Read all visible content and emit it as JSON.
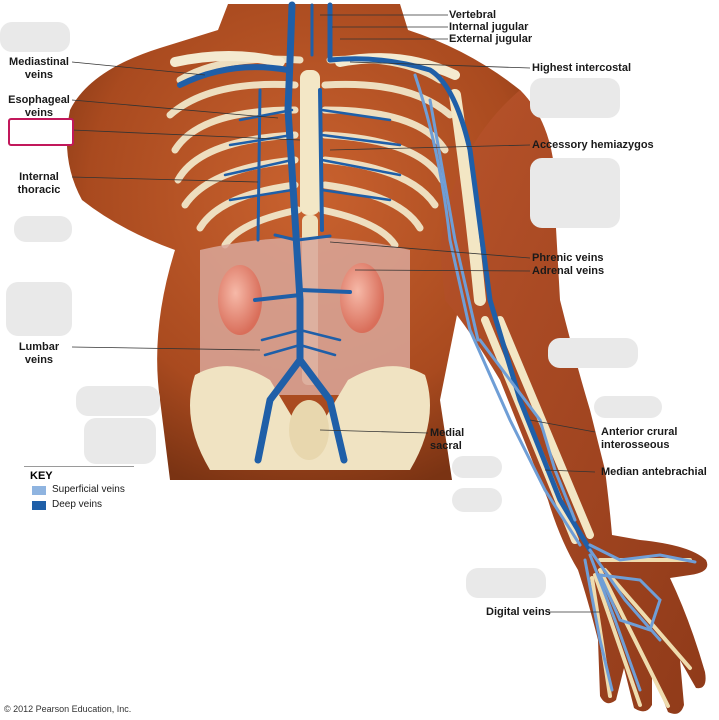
{
  "labels": {
    "vertebral": "Vertebral",
    "internal_jugular": "Internal jugular",
    "external_jugular": "External jugular",
    "highest_intercostal": "Highest intercostal",
    "mediastinal_veins": "Mediastinal\nveins",
    "esophageal_veins": "Esophageal\nveins",
    "internal_thoracic": "Internal\nthoracic",
    "accessory_hemiazygos": "Accessory hemiazygos",
    "phrenic_veins": "Phrenic veins",
    "adrenal_veins": "Adrenal veins",
    "lumbar_veins": "Lumbar\nveins",
    "medial_sacral": "Medial\nsacral",
    "anterior_crural_interosseous": "Anterior crural\ninterosseous",
    "median_antebrachial": "Median antebrachial",
    "digital_veins": "Digital veins"
  },
  "key": {
    "title": "KEY",
    "items": [
      {
        "label": "Superficial veins",
        "color": "#8fb4e0"
      },
      {
        "label": "Deep veins",
        "color": "#1f5fa8"
      }
    ]
  },
  "copyright": "© 2012 Pearson Education, Inc."
}
